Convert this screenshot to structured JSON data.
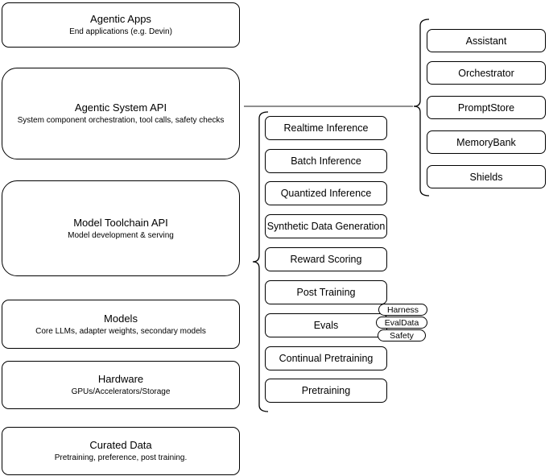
{
  "diagram": {
    "stack_nodes": [
      {
        "title": "Agentic Apps",
        "subtitle": "End applications (e.g. Devin)"
      },
      {
        "title": "Agentic System API",
        "subtitle": "System component orchestration, tool calls, safety checks"
      },
      {
        "title": "Model Toolchain API",
        "subtitle": "Model development & serving"
      },
      {
        "title": "Models",
        "subtitle": "Core LLMs, adapter weights, secondary models"
      },
      {
        "title": "Hardware",
        "subtitle": "GPUs/Accelerators/Storage"
      },
      {
        "title": "Curated Data",
        "subtitle": "Pretraining, preference, post training."
      }
    ],
    "toolchain_capabilities": [
      {
        "label": "Realtime Inference"
      },
      {
        "label": "Batch Inference"
      },
      {
        "label": "Quantized Inference"
      },
      {
        "label": "Synthetic Data Generation"
      },
      {
        "label": "Reward Scoring"
      },
      {
        "label": "Post Training"
      },
      {
        "label": "Evals"
      },
      {
        "label": "Continual Pretraining"
      },
      {
        "label": "Pretraining"
      }
    ],
    "evals_tags": [
      {
        "label": "Harness"
      },
      {
        "label": "EvalData"
      },
      {
        "label": "Safety"
      }
    ],
    "system_components": [
      {
        "label": "Assistant"
      },
      {
        "label": "Orchestrator"
      },
      {
        "label": "PromptStore"
      },
      {
        "label": "MemoryBank"
      },
      {
        "label": "Shields"
      }
    ],
    "colors": {
      "stroke": "#000000",
      "fill": "#ffffff",
      "connector": "#7f7f7f"
    }
  }
}
